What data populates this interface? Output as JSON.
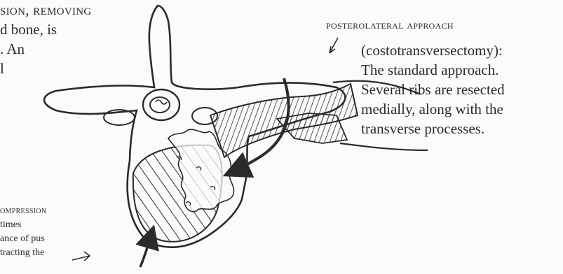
{
  "top_left_text": {
    "lines": [
      "sion, removing",
      "d bone, is",
      ". An",
      "l"
    ]
  },
  "posterolateral": {
    "heading": "posterolateral approach",
    "lines": [
      "(costotransversectomy):",
      "The standard approach.",
      "Several ribs are resected",
      "medially, along with the",
      "transverse processes."
    ]
  },
  "bottom_left_text": {
    "lines": [
      "ompression",
      "times",
      "ance of pus",
      "tracting the"
    ]
  },
  "colors": {
    "ink": "#2b2b2b",
    "paper": "#fbfbf9"
  }
}
